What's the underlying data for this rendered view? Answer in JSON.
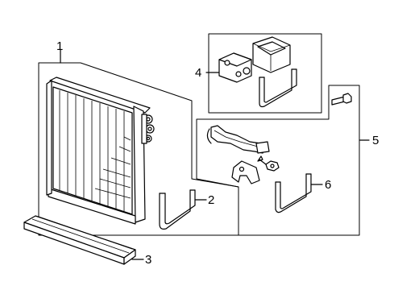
{
  "callouts": [
    {
      "id": "1",
      "text": "1"
    },
    {
      "id": "2",
      "text": "2"
    },
    {
      "id": "3",
      "text": "3"
    },
    {
      "id": "4",
      "text": "4"
    },
    {
      "id": "5",
      "text": "5"
    },
    {
      "id": "6",
      "text": "6"
    }
  ],
  "parts": {
    "1": "evaporator-core",
    "2": "bracket",
    "3": "drain-tray",
    "4": "expansion-valve-seal-kit",
    "5": "refrigerant-pipe-assembly",
    "6": "pipe-bracket"
  },
  "colors": {
    "line": "#000000",
    "background": "#ffffff"
  }
}
